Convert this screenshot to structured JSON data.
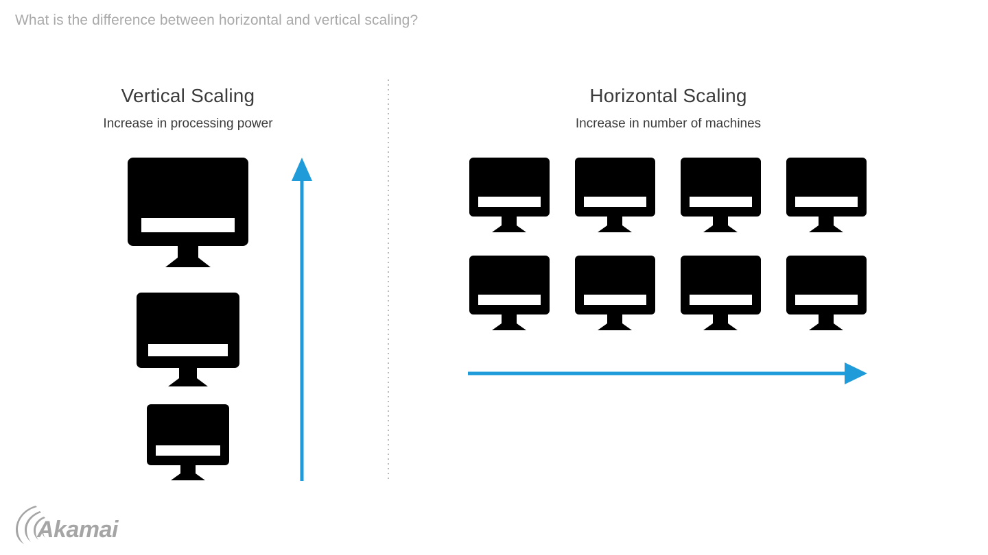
{
  "slide": {
    "question": "What is the difference between horizontal and vertical scaling?",
    "question_color": "#a9a9a9",
    "background_color": "#ffffff",
    "accent_color": "#1f9bda",
    "icon_color": "#000000",
    "heading_color": "#3b3b3b",
    "divider_color": "#b9b9b9"
  },
  "panels": {
    "vertical": {
      "title": "Vertical Scaling",
      "subtitle": "Increase in processing power",
      "arrow_direction": "up",
      "machines": [
        {
          "label": "large-machine",
          "size": "large"
        },
        {
          "label": "medium-machine",
          "size": "medium"
        },
        {
          "label": "small-machine",
          "size": "small"
        }
      ],
      "machine_count": 3
    },
    "horizontal": {
      "title": "Horizontal Scaling",
      "subtitle": "Increase in number of machines",
      "arrow_direction": "right",
      "grid_rows": 2,
      "grid_cols": 4,
      "machine_count": 8
    }
  },
  "brand": {
    "name": "Akamai",
    "logo_color": "#a5a5a5"
  },
  "icons": {
    "monitor": "monitor-icon",
    "arrow_up": "arrow-up-icon",
    "arrow_right": "arrow-right-icon",
    "logo_wave": "akamai-wave-icon"
  }
}
